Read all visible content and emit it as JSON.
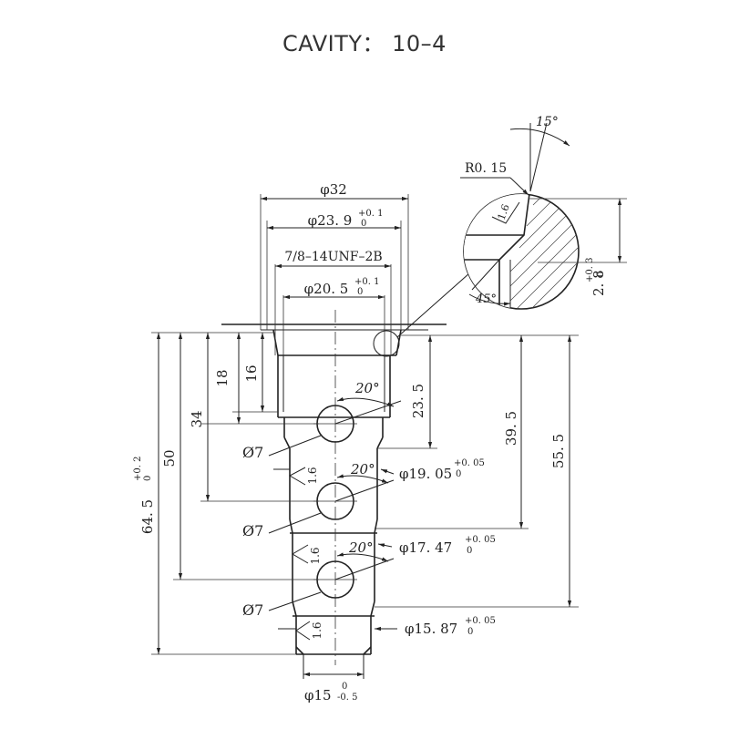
{
  "title": "CAVITY：  10–4",
  "dims": {
    "d32": "φ32",
    "d23_9": "φ23. 9",
    "d23_9_tol_up": "+0. 1",
    "d23_9_tol_low": "0",
    "thread": "7/8–14UNF–2B",
    "d20_5": "φ20. 5",
    "d20_5_tol_up": "+0. 1",
    "d20_5_tol_low": "0",
    "d19_05": "φ19. 05",
    "d19_05_tol_up": "+0. 05",
    "d19_05_tol_low": "0",
    "d17_47": "φ17. 47",
    "d17_47_tol_up": "+0. 05",
    "d17_47_tol_low": "0",
    "d15_87": "φ15. 87",
    "d15_87_tol_up": "+0. 05",
    "d15_87_tol_low": "0",
    "d15": "φ15",
    "d15_tol_up": "0",
    "d15_tol_low": "-0. 5",
    "h16": "16",
    "h18": "18",
    "h34": "34",
    "h50": "50",
    "h64_5": "64. 5",
    "h64_5_tol_up": "+0. 2",
    "h64_5_tol_low": "0",
    "h23_5": "23. 5",
    "h39_5": "39. 5",
    "h55_5": "55. 5",
    "hole1": "Ø7",
    "hole2": "Ø7",
    "hole3": "Ø7",
    "ang1": "20°",
    "ang2": "20°",
    "ang3": "20°",
    "rough1": "1.6",
    "rough2": "1.6",
    "rough3": "1.6",
    "detail_angle_top": "15°",
    "detail_radius": "R0. 15",
    "detail_rough": "1.6",
    "detail_angle_bottom": "45°",
    "detail_depth": "2. 8",
    "detail_depth_tol_up": "+0. 3",
    "detail_depth_tol_low": "0"
  }
}
